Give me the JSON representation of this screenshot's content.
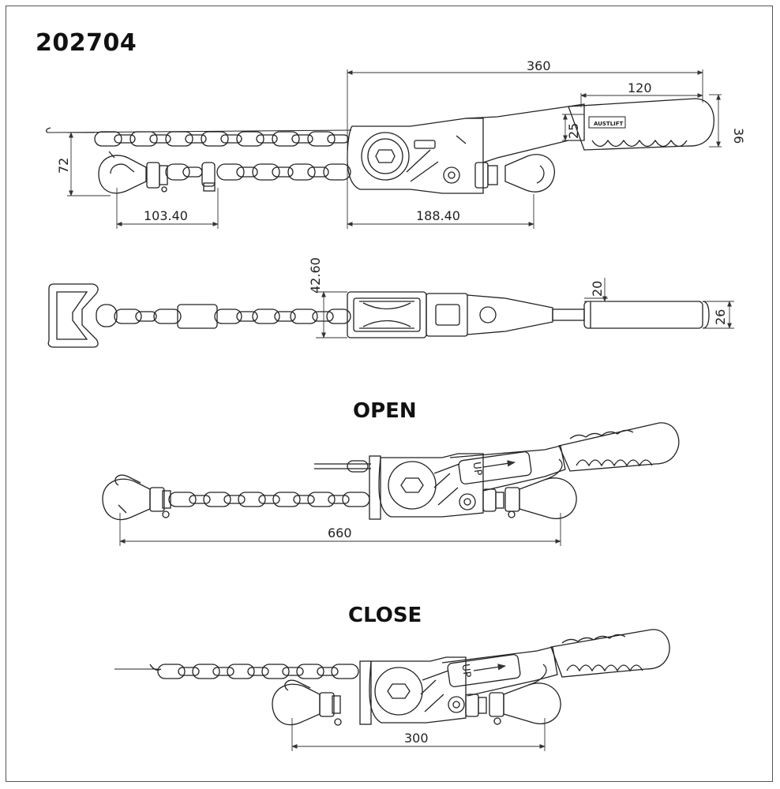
{
  "product_code": "202704",
  "brand_label": "AUSTLIFT",
  "arrow_label": "UP",
  "views": {
    "open_title": "OPEN",
    "close_title": "CLOSE"
  },
  "dimensions": {
    "overall_length": "360",
    "handle_length": "120",
    "handle_height": "36",
    "handle_neck": "25",
    "hook_height": "72",
    "chain_segment": "103.40",
    "body_to_hook": "188.40",
    "top_body_width": "42.60",
    "top_handle_neck": "20",
    "top_handle_dia": "26",
    "open_length": "660",
    "close_length": "300"
  },
  "colors": {
    "line": "#222222",
    "dim_line": "#333333",
    "frame": "#555555"
  }
}
